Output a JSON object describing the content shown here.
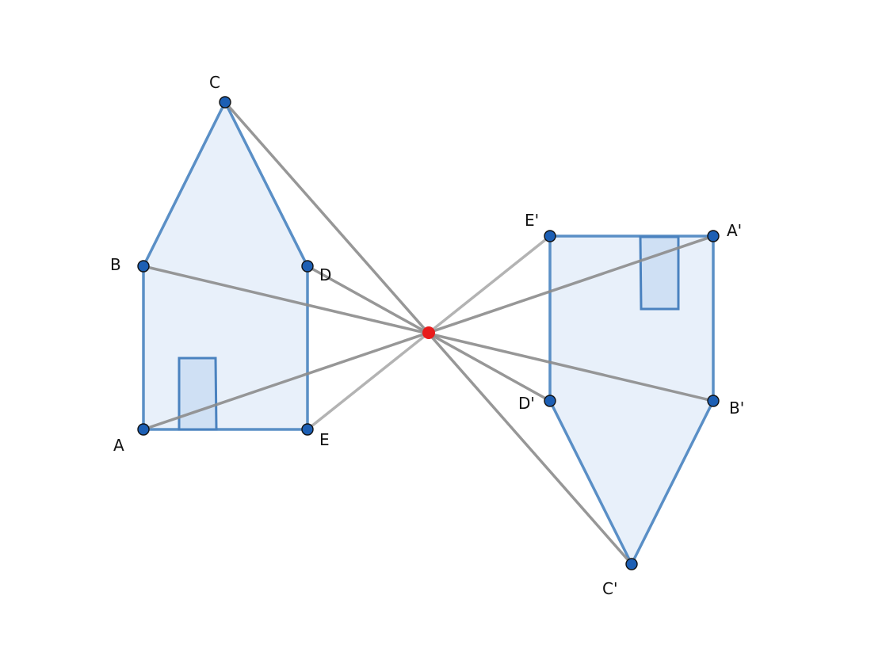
{
  "diagram": {
    "colors": {
      "shape_fill": "#dbe8f7",
      "shape_stroke": "#5a8fc6",
      "ray": "#8c8c8c",
      "point": "#1d5fb4",
      "center": "#e81c1c"
    },
    "points": [
      {
        "id": "A",
        "label": "A"
      },
      {
        "id": "B",
        "label": "B"
      },
      {
        "id": "C",
        "label": "C"
      },
      {
        "id": "D",
        "label": "D"
      },
      {
        "id": "E",
        "label": "E"
      },
      {
        "id": "A2",
        "label": "A'"
      },
      {
        "id": "B2",
        "label": "B'"
      },
      {
        "id": "C2",
        "label": "C'"
      },
      {
        "id": "D2",
        "label": "D'"
      },
      {
        "id": "E2",
        "label": "E'"
      }
    ]
  }
}
